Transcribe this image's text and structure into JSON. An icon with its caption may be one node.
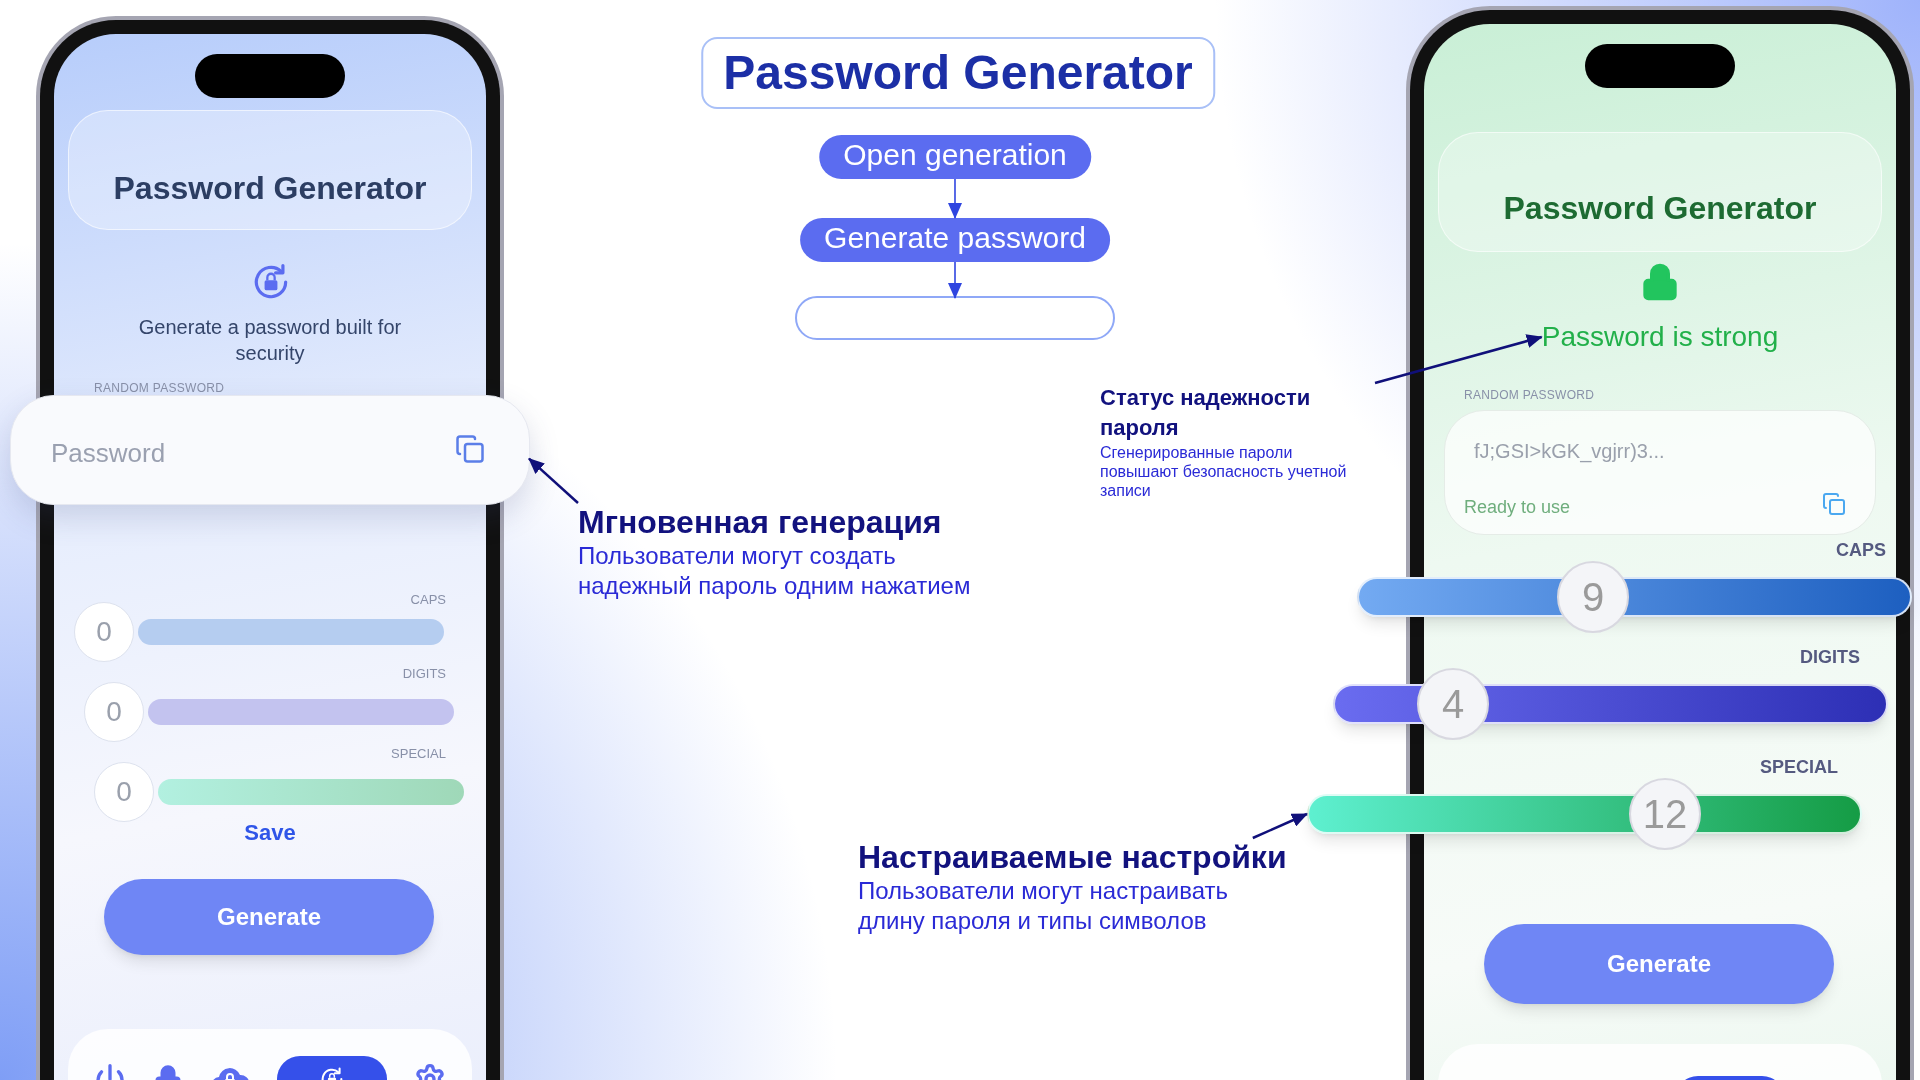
{
  "diagram": {
    "title": "Password Generator",
    "nodes": [
      {
        "text": [
          "Open generation"
        ]
      },
      {
        "text": [
          "Generate password"
        ]
      },
      {
        "text": [],
        "shape": "box"
      },
      {
        "text": [
          "Мгновенная генерация",
          "Пользователи могут создать надежный пароль одним нажатием"
        ]
      },
      {
        "text": [
          "Password"
        ]
      },
      {
        "text": [
          "Статус надежности пароля",
          "Сгенерированные пароли повышают безопасность учетной записи"
        ]
      },
      {
        "text": [
          "Password is strong"
        ]
      },
      {
        "text": [
          "Настраиваемые настройки",
          "Пользователи могут настраивать длину пароля и типы символов"
        ]
      },
      {
        "text": [
          "9"
        ]
      },
      {
        "text": [
          "4"
        ]
      },
      {
        "text": [
          "12"
        ]
      }
    ],
    "edges": [
      {
        "from": 0,
        "to": 1,
        "arrow": "to",
        "color": "#2f45e0"
      },
      {
        "from": 1,
        "to": 2,
        "arrow": "to",
        "color": "#2f45e0"
      },
      {
        "from": 3,
        "to": 4,
        "arrow": "to"
      },
      {
        "from": 5,
        "to": 6,
        "arrow": "to"
      },
      {
        "from": 7,
        "to": 10,
        "arrow": "to"
      }
    ],
    "labels": [
      "Password Generator",
      "Generate a password built for security",
      "RANDOM PASSWORD",
      "CAPS",
      "0",
      "DIGITS",
      "0",
      "SPECIAL",
      "0",
      "Save",
      "Generate",
      "Password Generator",
      "RANDOM PASSWORD",
      "fJ;GSI>kGK_vgjrr)3...",
      "Ready to use",
      "Generate",
      "CAPS",
      "DIGITS",
      "SPECIAL"
    ]
  }
}
